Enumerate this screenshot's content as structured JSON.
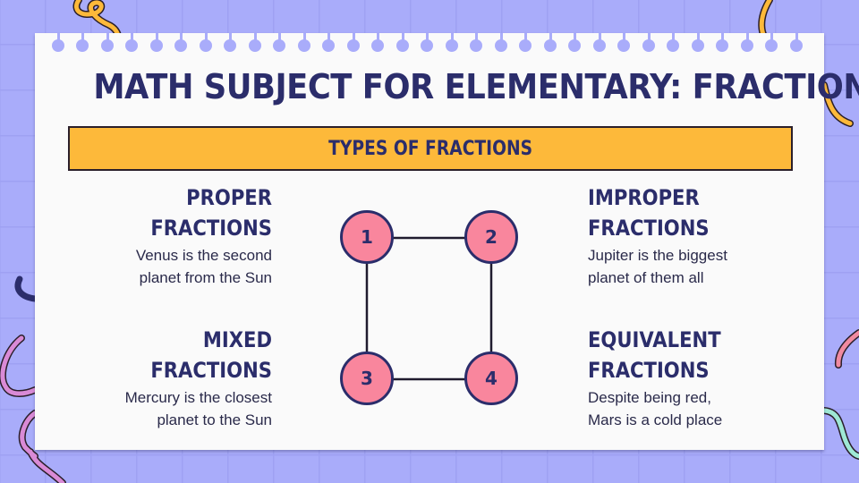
{
  "slide": {
    "title": "MATH SUBJECT FOR ELEMENTARY: FRACTIONS",
    "banner": "TYPES OF FRACTIONS",
    "items": [
      {
        "number": "1",
        "heading_line1": "PROPER",
        "heading_line2": "FRACTIONS",
        "desc_line1": "Venus is the second",
        "desc_line2": "planet from the Sun"
      },
      {
        "number": "2",
        "heading_line1": "IMPROPER",
        "heading_line2": "FRACTIONS",
        "desc_line1": "Jupiter is the biggest",
        "desc_line2": "planet of them all"
      },
      {
        "number": "3",
        "heading_line1": "MIXED",
        "heading_line2": "FRACTIONS",
        "desc_line1": "Mercury is the closest",
        "desc_line2": "planet to the Sun"
      },
      {
        "number": "4",
        "heading_line1": "EQUIVALENT",
        "heading_line2": "FRACTIONS",
        "desc_line1": "Despite being red,",
        "desc_line2": "Mars is a cold place"
      }
    ]
  },
  "colors": {
    "background": "#a9acfa",
    "paper": "#fafafa",
    "text_dark": "#2b2d6b",
    "banner": "#fdb93a",
    "node_fill": "#f9869d",
    "squiggle_yellow": "#fdb93a",
    "squiggle_pink": "#d98ad6",
    "squiggle_coral": "#f08aa0",
    "squiggle_mint": "#9ee8d5"
  }
}
